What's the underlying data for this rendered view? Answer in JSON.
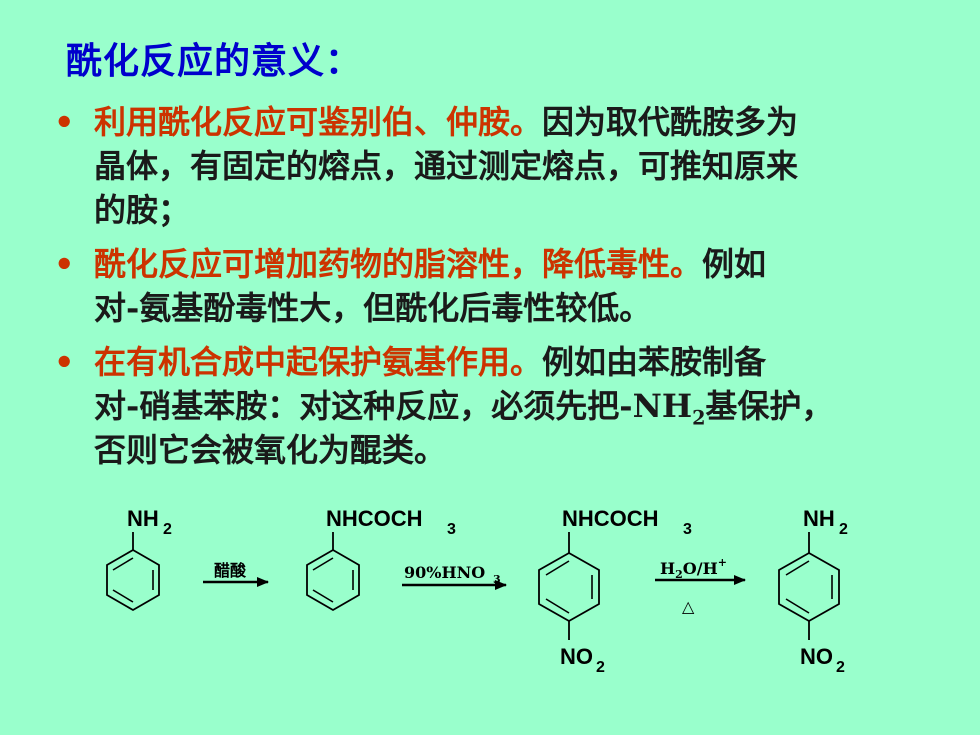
{
  "title": "酰化反应的意义：",
  "bullets": [
    {
      "marker": "•",
      "lines": [
        {
          "red": "利用酰化反应可鉴别伯、仲胺。",
          "text": "因为取代酰胺多为"
        },
        {
          "red": "",
          "text": "晶体，有固定的熔点，通过测定熔点，可推知原来"
        },
        {
          "red": "",
          "text": "的胺；"
        }
      ]
    },
    {
      "marker": "•",
      "lines": [
        {
          "red": "酰化反应可增加药物的脂溶性，降低毒性。",
          "text": "例如"
        },
        {
          "red": "",
          "text": "对-氨基酚毒性大，但酰化后毒性较低。"
        }
      ]
    },
    {
      "marker": "•",
      "lines": [
        {
          "red": "在有机合成中起保护氨基作用。",
          "text": "例如由苯胺制备"
        },
        {
          "red": "",
          "text": "对-硝基苯胺：对这种反应，必须先把-NH",
          "sub": "2",
          "after": "基保护，"
        },
        {
          "red": "",
          "text": "否则它会被氧化为醌类。"
        }
      ]
    }
  ],
  "scheme": {
    "compounds": [
      {
        "top": "NH",
        "top_sub": "2",
        "bottom": "",
        "bottom_sub": ""
      },
      {
        "top": "NHCOCH",
        "top_sub": "3",
        "bottom": "",
        "bottom_sub": ""
      },
      {
        "top": "NHCOCH",
        "top_sub": "3",
        "bottom": "NO",
        "bottom_sub": "2"
      },
      {
        "top": "NH",
        "top_sub": "2",
        "bottom": "NO",
        "bottom_sub": "2"
      }
    ],
    "arrows": [
      {
        "above": "醋酸",
        "below": ""
      },
      {
        "above": "90%HNO",
        "above_sub": "3",
        "below": ""
      },
      {
        "above_h": "H",
        "above_h_sub": "2",
        "above_rest": "O/H",
        "above_sup": "+",
        "below": "△"
      }
    ]
  }
}
